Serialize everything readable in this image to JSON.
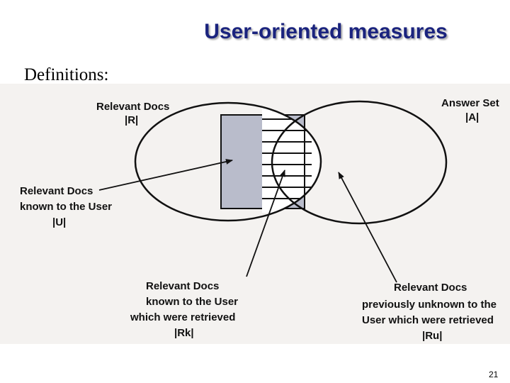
{
  "slide": {
    "title": "User-oriented measures",
    "subtitle": "Definitions:",
    "page_number": "21"
  },
  "diagram": {
    "relevant_docs": {
      "line1": "Relevant Docs",
      "line2": "|R|"
    },
    "answer_set": {
      "line1": "Answer Set",
      "line2": "|A|"
    },
    "known_to_user": {
      "line1": "Relevant Docs",
      "line2": "known to the User",
      "line3": "|U|"
    },
    "known_retrieved": {
      "line1": "Relevant Docs",
      "line2": "known to the User",
      "line3": "which were retrieved",
      "line4": "|Rk|"
    },
    "unknown_retrieved": {
      "line1": "Relevant Docs",
      "line2": "previously unknown to the",
      "line3": "User which were retrieved",
      "line4": "|Ru|"
    }
  },
  "colors": {
    "title": "#1a237e",
    "known_region_fill": "#b9bccb",
    "paper": "#ffffff"
  }
}
